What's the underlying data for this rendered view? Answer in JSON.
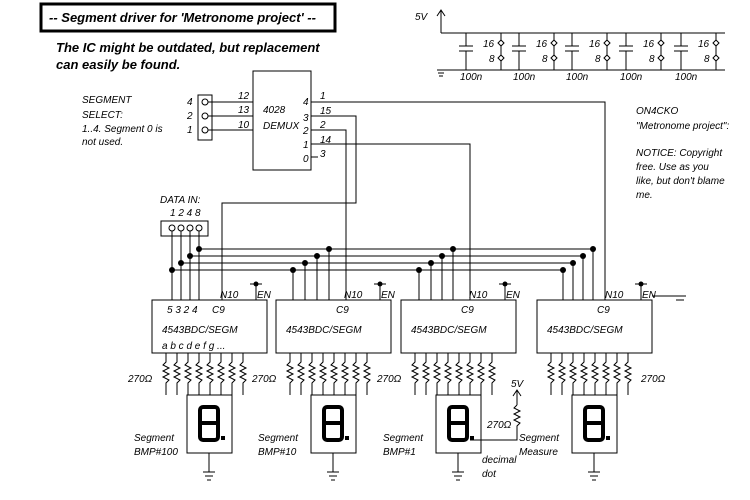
{
  "title": "-- Segment driver for 'Metronome project' --",
  "note": {
    "line1": "The IC might be outdated, but replacement",
    "line2": "can easily be found."
  },
  "segment_select": {
    "label1": "SEGMENT",
    "label2": "SELECT:",
    "label3": "1..4.  Segment 0 is",
    "label4": "not used.",
    "pins": [
      "4",
      "2",
      "1"
    ]
  },
  "demux": {
    "name1": "4028",
    "name2": "DEMUX",
    "in_pins": [
      "12",
      "13",
      "10"
    ],
    "out_pins": [
      "4",
      "3",
      "2",
      "1",
      "0"
    ],
    "out_nums": [
      "1",
      "15",
      "2",
      "14",
      "3"
    ]
  },
  "power": {
    "supply": "5V",
    "cap_value": "100n",
    "pin_hi": "16",
    "pin_lo": "8"
  },
  "credits": {
    "call": "ON4CKO",
    "project": "\"Metronome project\":",
    "notice1": "NOTICE: Copyright",
    "notice2": "free.  Use as you",
    "notice3": "like, but don't blame",
    "notice4": "me."
  },
  "data_in": {
    "label": "DATA IN:",
    "pins": "1 2 4 8"
  },
  "driver": {
    "name": "4543BDC/SEGM",
    "pins": "5 3 2 4",
    "c9": "C9",
    "n10": "N10",
    "en": "EN",
    "segs": "a b c d e f g ..."
  },
  "resistor": "270Ω",
  "decimal": {
    "supply": "5V",
    "r": "270Ω",
    "line1": "decimal",
    "line2": "dot"
  },
  "displays": [
    {
      "line1": "Segment",
      "line2": "BMP#100"
    },
    {
      "line1": "Segment",
      "line2": "BMP#10"
    },
    {
      "line1": "Segment",
      "line2": "BMP#1"
    },
    {
      "line1": "Segment",
      "line2": "Measure"
    }
  ]
}
